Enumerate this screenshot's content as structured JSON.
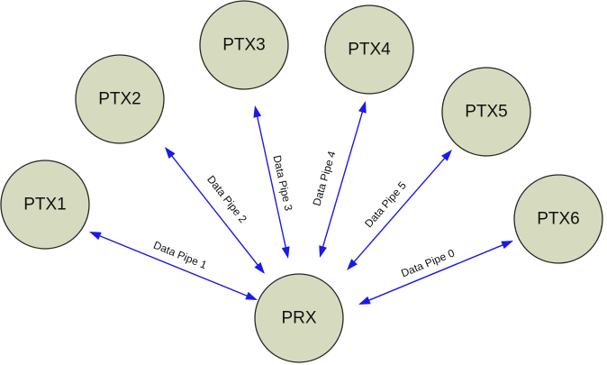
{
  "nodes": {
    "ptx1": "PTX1",
    "ptx2": "PTX2",
    "ptx3": "PTX3",
    "ptx4": "PTX4",
    "ptx5": "PTX5",
    "ptx6": "PTX6",
    "prx": "PRX"
  },
  "pipes": {
    "pipe0": "Data Pipe 0",
    "pipe1": "Data Pipe 1",
    "pipe2": "Data Pipe 2",
    "pipe3": "Data Pipe 3",
    "pipe4": "Data Pipe 4",
    "pipe5": "Data Pipe 5"
  },
  "colors": {
    "node_fill": "#d6dbbf",
    "node_stroke": "#262626",
    "arrow": "#1a1ae6"
  }
}
